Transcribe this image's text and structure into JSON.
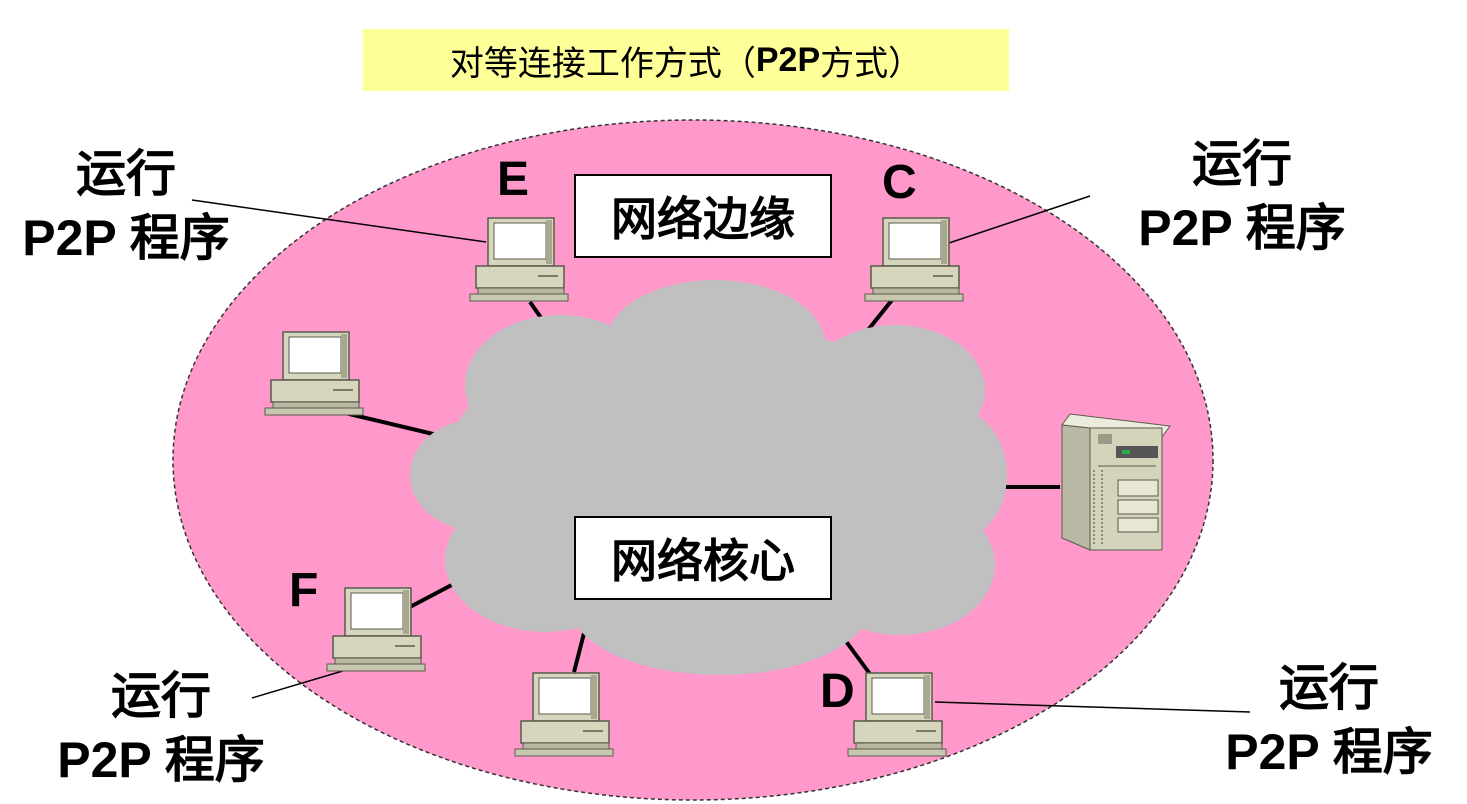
{
  "title": {
    "text_cn": "对等连接工作方式（",
    "text_p2p": "P2P",
    "text_tail": " 方式）"
  },
  "regions": {
    "edge": "网络边缘",
    "core": "网络核心"
  },
  "hosts": {
    "E": "E",
    "C": "C",
    "D": "D",
    "F": "F"
  },
  "program_labels": {
    "top_left": {
      "line1": "运行",
      "line2": "P2P 程序"
    },
    "top_right": {
      "line1": "运行",
      "line2": "P2P 程序"
    },
    "bottom_left": {
      "line1": "运行",
      "line2": "P2P 程序"
    },
    "bottom_right": {
      "line1": "运行",
      "line2": "P2P 程序"
    }
  },
  "colors": {
    "edge_region": "#ff99cc",
    "core_cloud": "#c0c0c0",
    "title_bg": "#ffff99",
    "computer_body": "#d4d4bc"
  }
}
